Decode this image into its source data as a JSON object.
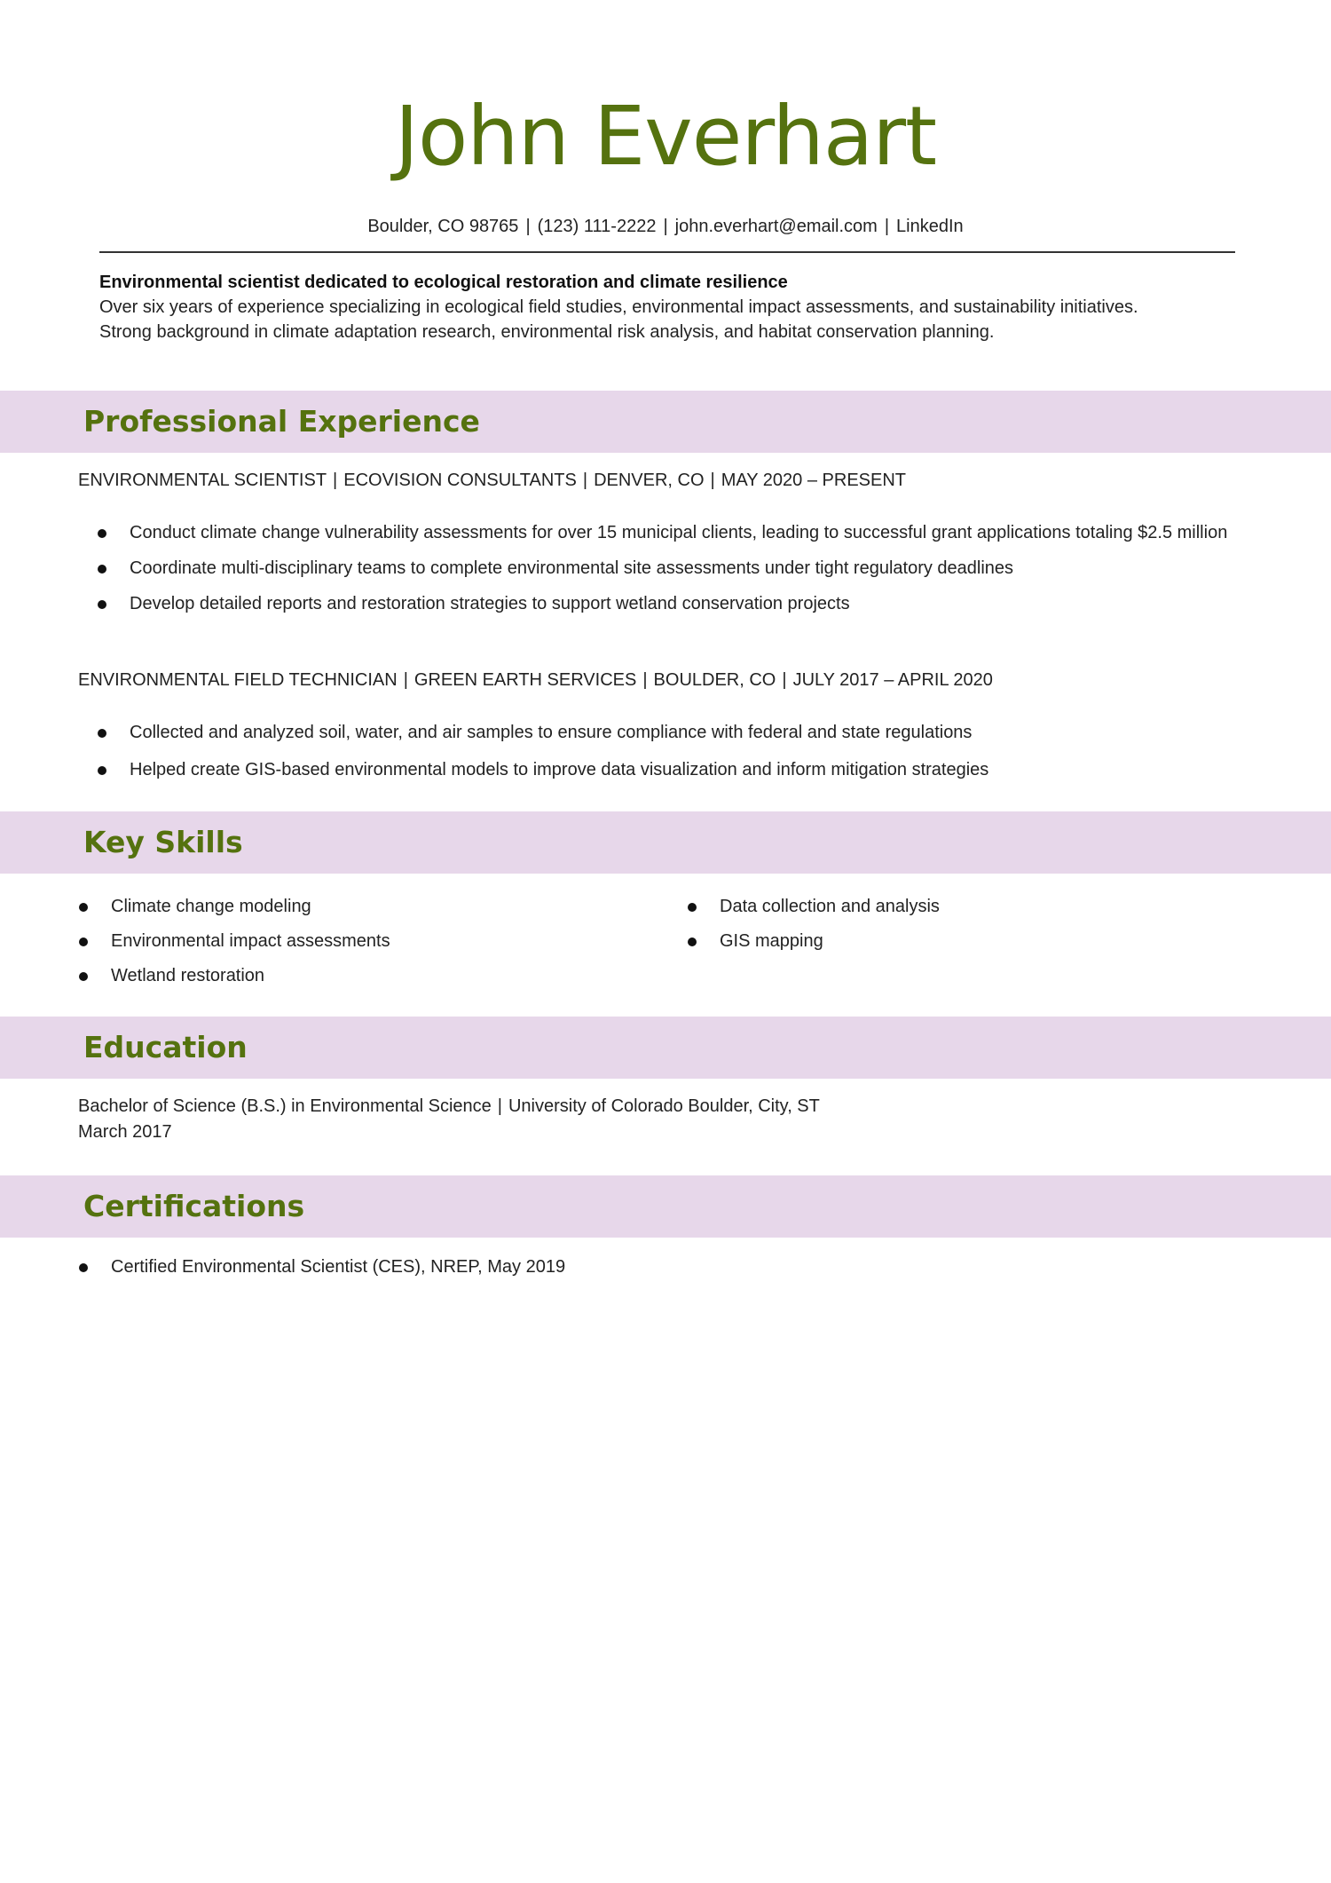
{
  "header": {
    "name": "John Everhart",
    "location": "Boulder, CO 98765",
    "phone": "(123) 111-2222",
    "email": "john.everhart@email.com",
    "linkedin": "LinkedIn",
    "separator": "|"
  },
  "summary": {
    "headline": "Environmental scientist dedicated to ecological restoration and climate resilience",
    "line1": "Over six years of experience specializing in ecological field studies, environmental impact assessments, and sustainability initiatives.",
    "line2": "Strong background in climate adaptation research, environmental risk analysis, and habitat conservation planning."
  },
  "experience": {
    "heading": "Professional Experience",
    "jobs": [
      {
        "title": "ENVIRONMENTAL SCIENTIST",
        "company": "ECOVISION CONSULTANTS",
        "location": "DENVER, CO",
        "dates": "MAY 2020 – PRESENT",
        "bullets": [
          "Conduct climate change vulnerability assessments for over 15 municipal clients, leading to successful grant applications totaling $2.5 million",
          "Coordinate multi-disciplinary teams to complete environmental site assessments under tight regulatory deadlines",
          "Develop detailed reports and restoration strategies to support wetland conservation projects"
        ]
      },
      {
        "title": "ENVIRONMENTAL FIELD TECHNICIAN",
        "company": "GREEN EARTH SERVICES",
        "location": "BOULDER, CO",
        "dates": "JULY 2017 – APRIL 2020",
        "bullets": [
          "Collected and analyzed soil, water, and air samples to ensure compliance with federal and state regulations",
          "Helped create GIS-based environmental models to improve data visualization and inform mitigation strategies"
        ]
      }
    ]
  },
  "skills": {
    "heading": "Key Skills",
    "left": [
      "Climate change modeling",
      "Environmental impact assessments",
      "Wetland restoration"
    ],
    "right": [
      "Data collection and analysis",
      "GIS mapping"
    ]
  },
  "education": {
    "heading": "Education",
    "degree": "Bachelor of Science (B.S.) in Environmental Science",
    "school": "University of Colorado Boulder, City, ST",
    "date": "March 2017"
  },
  "certifications": {
    "heading": "Certifications",
    "items": [
      "Certified Environmental Scientist (CES), NREP, May 2019"
    ]
  },
  "colors": {
    "accent": "#55720f",
    "band": "#e7d7ea"
  }
}
